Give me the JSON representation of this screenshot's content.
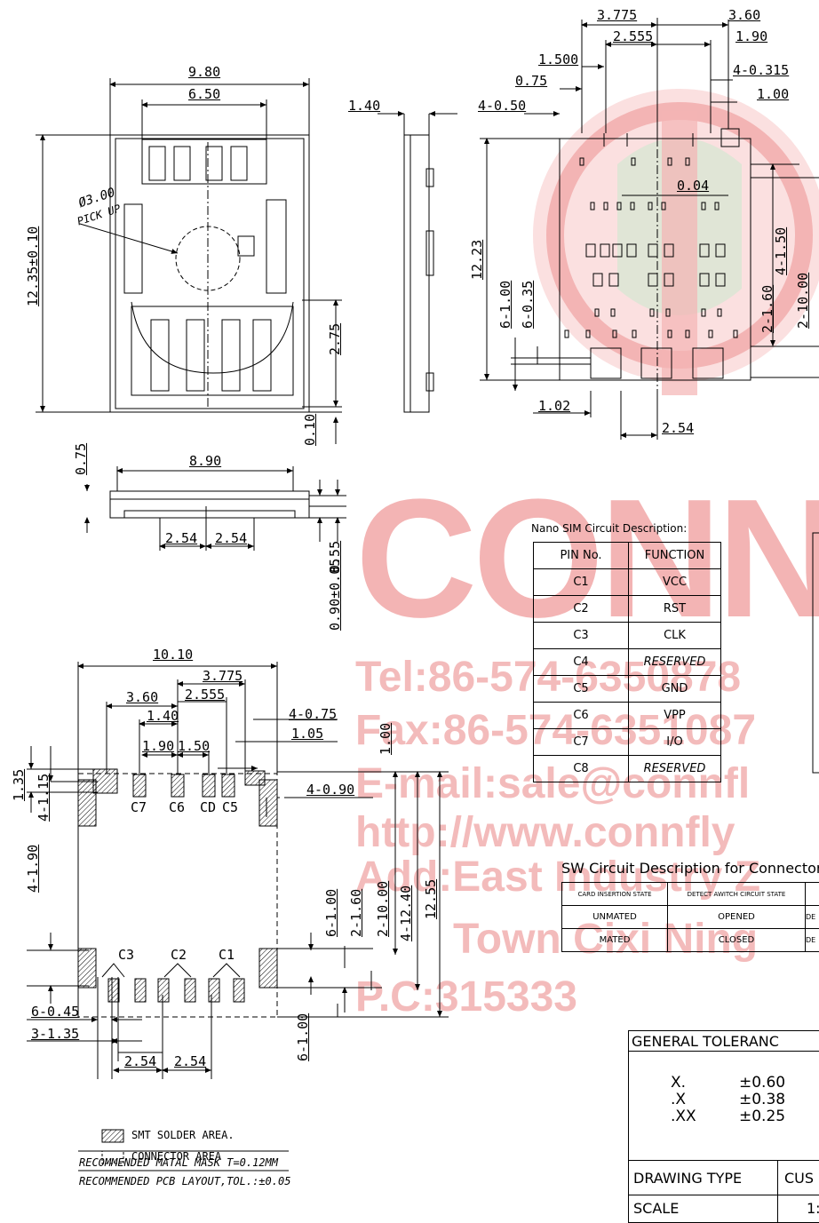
{
  "watermark": {
    "brand": "CONN",
    "tel": "Tel:86-574-6350878",
    "fax": "Fax:86-574-6351087",
    "email": "E-mail:sale@connfl",
    "http": "http://www.connfly",
    "add": "Add:East Industry Z",
    "town": "Town Cixi Ning",
    "pc": "P.C:315333"
  },
  "top_view": {
    "width_total": "9.80",
    "width_inner": "6.50",
    "height_total": "12.35±0.10",
    "pick_up_dia": "Ø3.00",
    "pick_up_label": "PICK UP",
    "height_lower": "2.75",
    "gap": "0.10"
  },
  "side_view": {
    "thickness": "1.40"
  },
  "right_view": {
    "d_3775": "3.775",
    "d_360": "3.60",
    "d_2555": "2.555",
    "d_190": "1.90",
    "d_1500": "1.500",
    "d_4_0315": "4-0.315",
    "d_075": "0.75",
    "d_100": "1.00",
    "d_4_050": "4-0.50",
    "d_004": "0.04",
    "d_1223": "12.23",
    "d_6_100": "6-1.00",
    "d_6_035": "6-0.35",
    "d_4_150": "4-1.50",
    "d_2_160": "2-1.60",
    "d_2_1000": "2-10.00",
    "d_102": "1.02",
    "d_254": "2.54"
  },
  "bottom_view": {
    "thick_top": "0.75",
    "width": "8.90",
    "pitch_a": "2.54",
    "pitch_b": "2.54",
    "d_055": "0.55",
    "d_090": "0.90±0.05"
  },
  "nano_table": {
    "caption": "Nano SIM Circuit Description:",
    "headers": [
      "PIN No.",
      "FUNCTION"
    ],
    "rows": [
      [
        "C1",
        "VCC"
      ],
      [
        "C2",
        "RST"
      ],
      [
        "C3",
        "CLK"
      ],
      [
        "C4",
        "RESERVED"
      ],
      [
        "C5",
        "GND"
      ],
      [
        "C6",
        "VPP"
      ],
      [
        "C7",
        "I/O"
      ],
      [
        "C8",
        "RESERVED"
      ]
    ]
  },
  "sw_table": {
    "caption": "SW Circuit Description for Connector",
    "headers": [
      "CARD INSERTION STATE",
      "DETECT AWITCH CIRCUIT STATE",
      ""
    ],
    "rows": [
      [
        "UNMATED",
        "OPENED",
        "DE"
      ],
      [
        "MATED",
        "CLOSED",
        "DE"
      ]
    ]
  },
  "pcb_layout": {
    "d_1010": "10.10",
    "d_3775": "3.775",
    "d_360": "3.60",
    "d_2555": "2.555",
    "d_140": "1.40",
    "d_4_075": "4-0.75",
    "d_190": "1.90",
    "d_150": "1.50",
    "d_105": "1.05",
    "d_100": "1.00",
    "d_135": "1.35",
    "d_4_115": "4-1.15",
    "d_4_090": "4-0.90",
    "d_4_190": "4-1.90",
    "d_6_100a": "6-1.00",
    "d_2_160": "2-1.60",
    "d_2_1000": "2-10.00",
    "d_4_1240": "4-12.40",
    "d_1255": "12.55",
    "d_6_045": "6-0.45",
    "d_3_135": "3-1.35",
    "d_6_100b": "6-1.00",
    "pitch_a": "2.54",
    "pitch_b": "2.54",
    "pins_top": [
      "C7",
      "C6",
      "CD",
      "C5"
    ],
    "pins_bottom": [
      "C3",
      "C2",
      "C1"
    ],
    "legend_smt": "SMT SOLDER AREA.",
    "legend_conn": "CONNECTOR AREA",
    "note1": "RECOMMENDED MATAL MASK T=0.12MM",
    "note2": "RECOMMENDED PCB LAYOUT,TOL.:±0.05"
  },
  "tolerance": {
    "title": "GENERAL TOLERANC",
    "rows": [
      [
        "X.",
        "±0.60"
      ],
      [
        ".X",
        "±0.38"
      ],
      [
        ".XX",
        "±0.25"
      ]
    ],
    "drawing_type": "DRAWING TYPE",
    "customer": "CUS",
    "scale": "SCALE",
    "scale_value": "1:"
  }
}
